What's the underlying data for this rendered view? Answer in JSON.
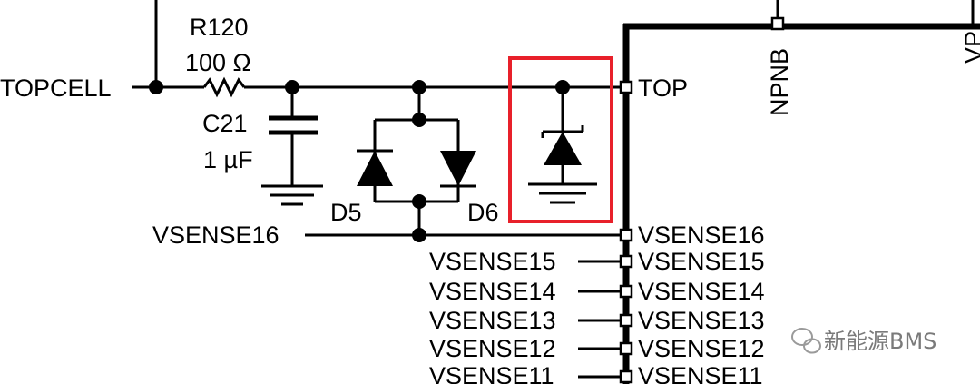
{
  "labels": {
    "topcell": "TOPCELL",
    "r_name": "R120",
    "r_value": "100 Ω",
    "c_name": "C21",
    "c_value": "1 µF",
    "d5": "D5",
    "d6": "D6",
    "top": "TOP",
    "npnb": "NPNB",
    "edge_cut": "VP",
    "vsense16_left": "VSENSE16",
    "vsense16_right": "VSENSE16",
    "vsense15_left": "VSENSE15",
    "vsense15_right": "VSENSE15",
    "vsense14_left": "VSENSE14",
    "vsense14_right": "VSENSE14",
    "vsense13_left": "VSENSE13",
    "vsense13_right": "VSENSE13",
    "vsense12_left": "VSENSE12",
    "vsense12_right": "VSENSE12",
    "vsense11_left": "VSENSE11",
    "vsense11_right": "VSENSE11"
  },
  "watermark": "新能源BMS",
  "highlight_color": "#e8202a"
}
